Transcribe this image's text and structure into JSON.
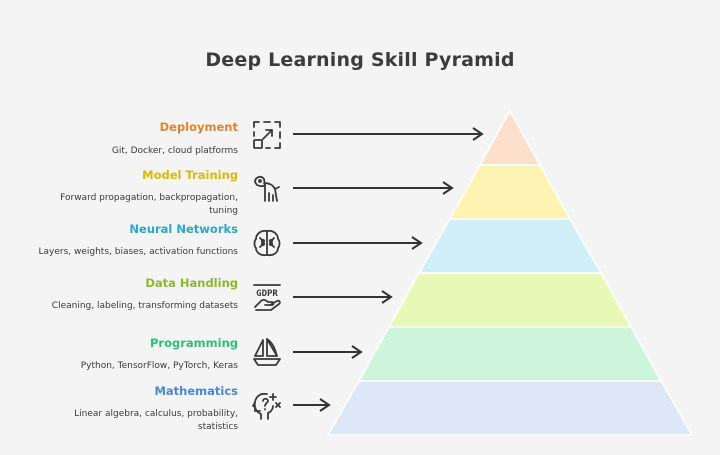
{
  "title": "Deep Learning Skill Pyramid",
  "levels": [
    {
      "label": "Deployment",
      "desc": "Git, Docker, cloud platforms",
      "label_color": "#e0832b",
      "fill": "#fde0cb",
      "icon": "expand-icon"
    },
    {
      "label": "Model Training",
      "desc": "Forward propagation, backpropagation, tuning",
      "label_color": "#d9b800",
      "fill": "#fdf4b3",
      "icon": "dog-icon"
    },
    {
      "label": "Neural Networks",
      "desc": "Layers, weights, biases, activation functions",
      "label_color": "#2aa6c8",
      "fill": "#d0eff8",
      "icon": "brain-icon"
    },
    {
      "label": "Data Handling",
      "desc": "Cleaning, labeling, transforming datasets",
      "label_color": "#8db82c",
      "fill": "#e8f8b6",
      "icon": "gdpr-icon"
    },
    {
      "label": "Programming",
      "desc": "Python, TensorFlow, PyTorch, Keras",
      "label_color": "#2fbf71",
      "fill": "#cdf5dc",
      "icon": "boat-icon"
    },
    {
      "label": "Mathematics",
      "desc": "Linear algebra, calculus, probability, statistics",
      "label_color": "#4a86d8",
      "fill": "#dde7f8",
      "icon": "head-math-icon"
    }
  ],
  "gdpr_text": "GDPR"
}
